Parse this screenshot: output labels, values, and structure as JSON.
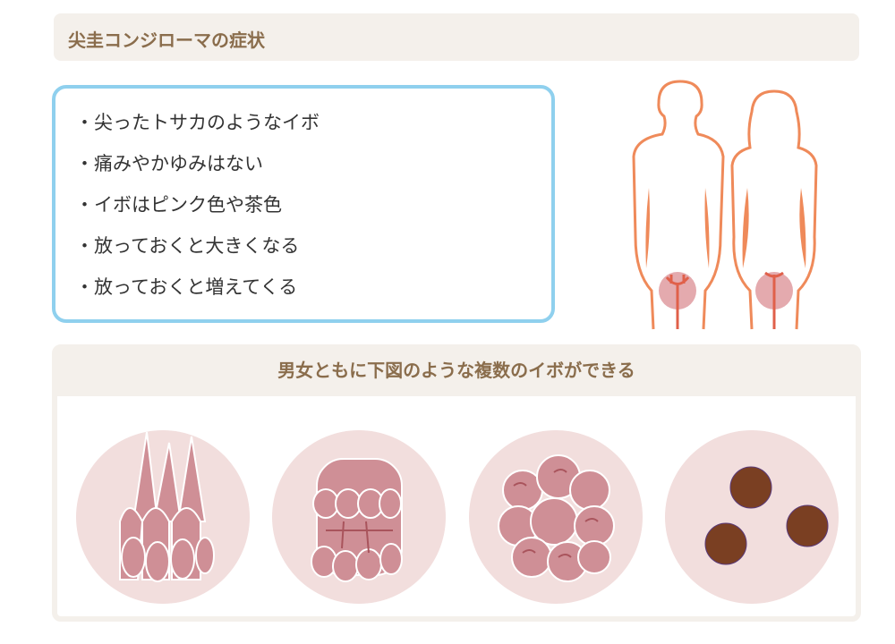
{
  "title": "尖圭コンジローマの症状",
  "symptoms": [
    "・尖ったトサカのようなイボ",
    "・痛みやかゆみはない",
    "・イボはピンク色や茶色",
    "・放っておくと大きくなる",
    "・放っておくと増えてくる"
  ],
  "bottom_heading": "男女ともに下図のような複数のイボができる",
  "colors": {
    "accent_text": "#8a6d4c",
    "box_border": "#8fd0ee",
    "panel_bg": "#f4f0eb",
    "body_outline": "#ef8a5a",
    "wart_pink": "#cf8f96",
    "wart_brown": "#7a3f22",
    "circle_bg": "#f2dedd"
  }
}
